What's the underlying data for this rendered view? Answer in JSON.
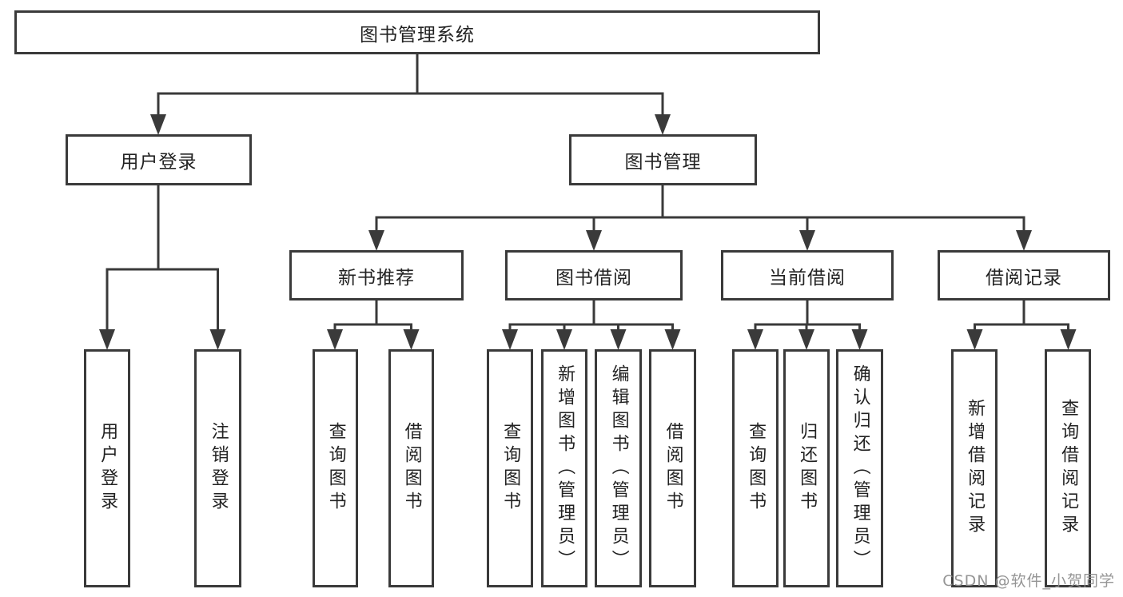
{
  "diagram": {
    "type": "hierarchy-diagram",
    "title": "图书管理系统",
    "branches": {
      "user_login": {
        "label": "用户登录",
        "children": [
          "用户登录",
          "注销登录"
        ]
      },
      "book_management": {
        "label": "图书管理",
        "sections": {
          "new_book_recommend": {
            "label": "新书推荐",
            "children": [
              "查询图书",
              "借阅图书"
            ]
          },
          "book_borrow": {
            "label": "图书借阅",
            "children": [
              "查询图书",
              "新增图书（管理员）",
              "编辑图书（管理员）",
              "借阅图书"
            ]
          },
          "current_borrow": {
            "label": "当前借阅",
            "children": [
              "查询图书",
              "归还图书",
              "确认归还（管理员）"
            ]
          },
          "borrow_records": {
            "label": "借阅记录",
            "children": [
              "新增借阅记录",
              "查询借阅记录"
            ]
          }
        }
      }
    },
    "watermark": "CSDN @软件_小贺同学",
    "colors": {
      "line": "#3a3a3a",
      "text": "#222222",
      "box_fill": "#ffffff",
      "watermark": "#8c8c8c",
      "background": "#ffffff"
    }
  }
}
